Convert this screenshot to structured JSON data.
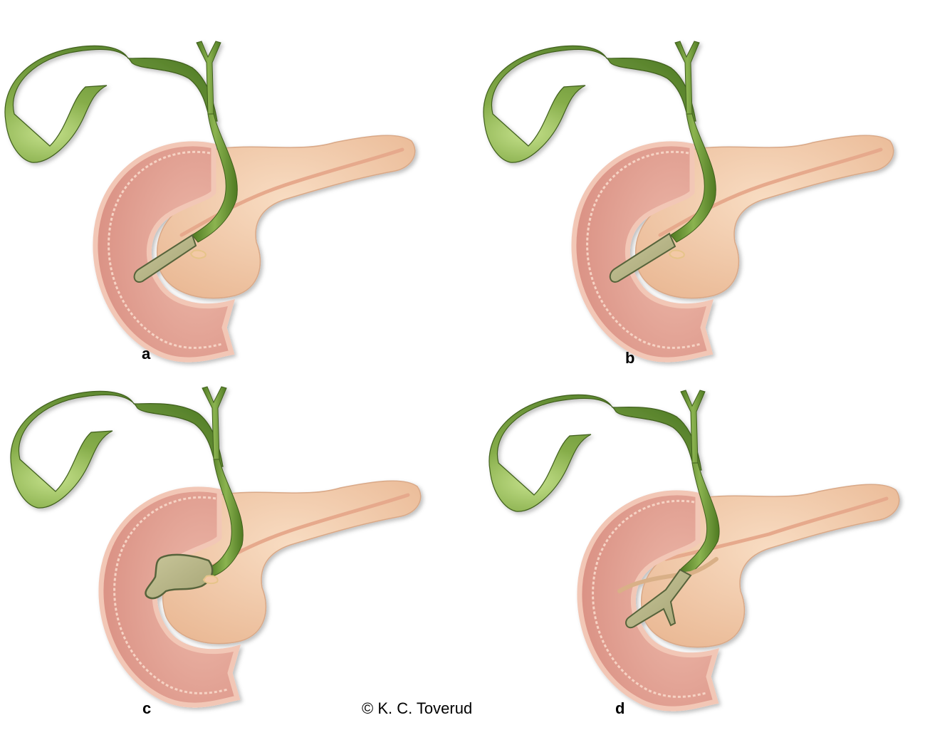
{
  "figure": {
    "credit": "© K. C. Toverud",
    "panels": [
      {
        "label": "a",
        "variant": "fusiform-dilation-long"
      },
      {
        "label": "b",
        "variant": "fusiform-dilation-long"
      },
      {
        "label": "c",
        "variant": "saccular-cyst"
      },
      {
        "label": "d",
        "variant": "branched-duct"
      }
    ],
    "structures": [
      "gallbladder",
      "cystic-duct",
      "hepatic-duct-y",
      "common-bile-duct",
      "pancreas",
      "pancreatic-duct",
      "duodenum"
    ]
  },
  "colors": {
    "gallbladder": "#6f9a3a",
    "gallbladder_highlight": "#b6d67a",
    "duct_outline": "#3f5f1c",
    "pancreas": "#f3c9a6",
    "pancreas_shadow": "#d9a887",
    "pancreatic_duct": "#e6a98c",
    "duodenum_wall": "#f2b9a5",
    "duodenum_inner": "#e2a092",
    "duodenum_fold": "#c98274",
    "cyst_fill": "#b9b88c",
    "cyst_outline": "#57643a",
    "background": "#ffffff"
  }
}
